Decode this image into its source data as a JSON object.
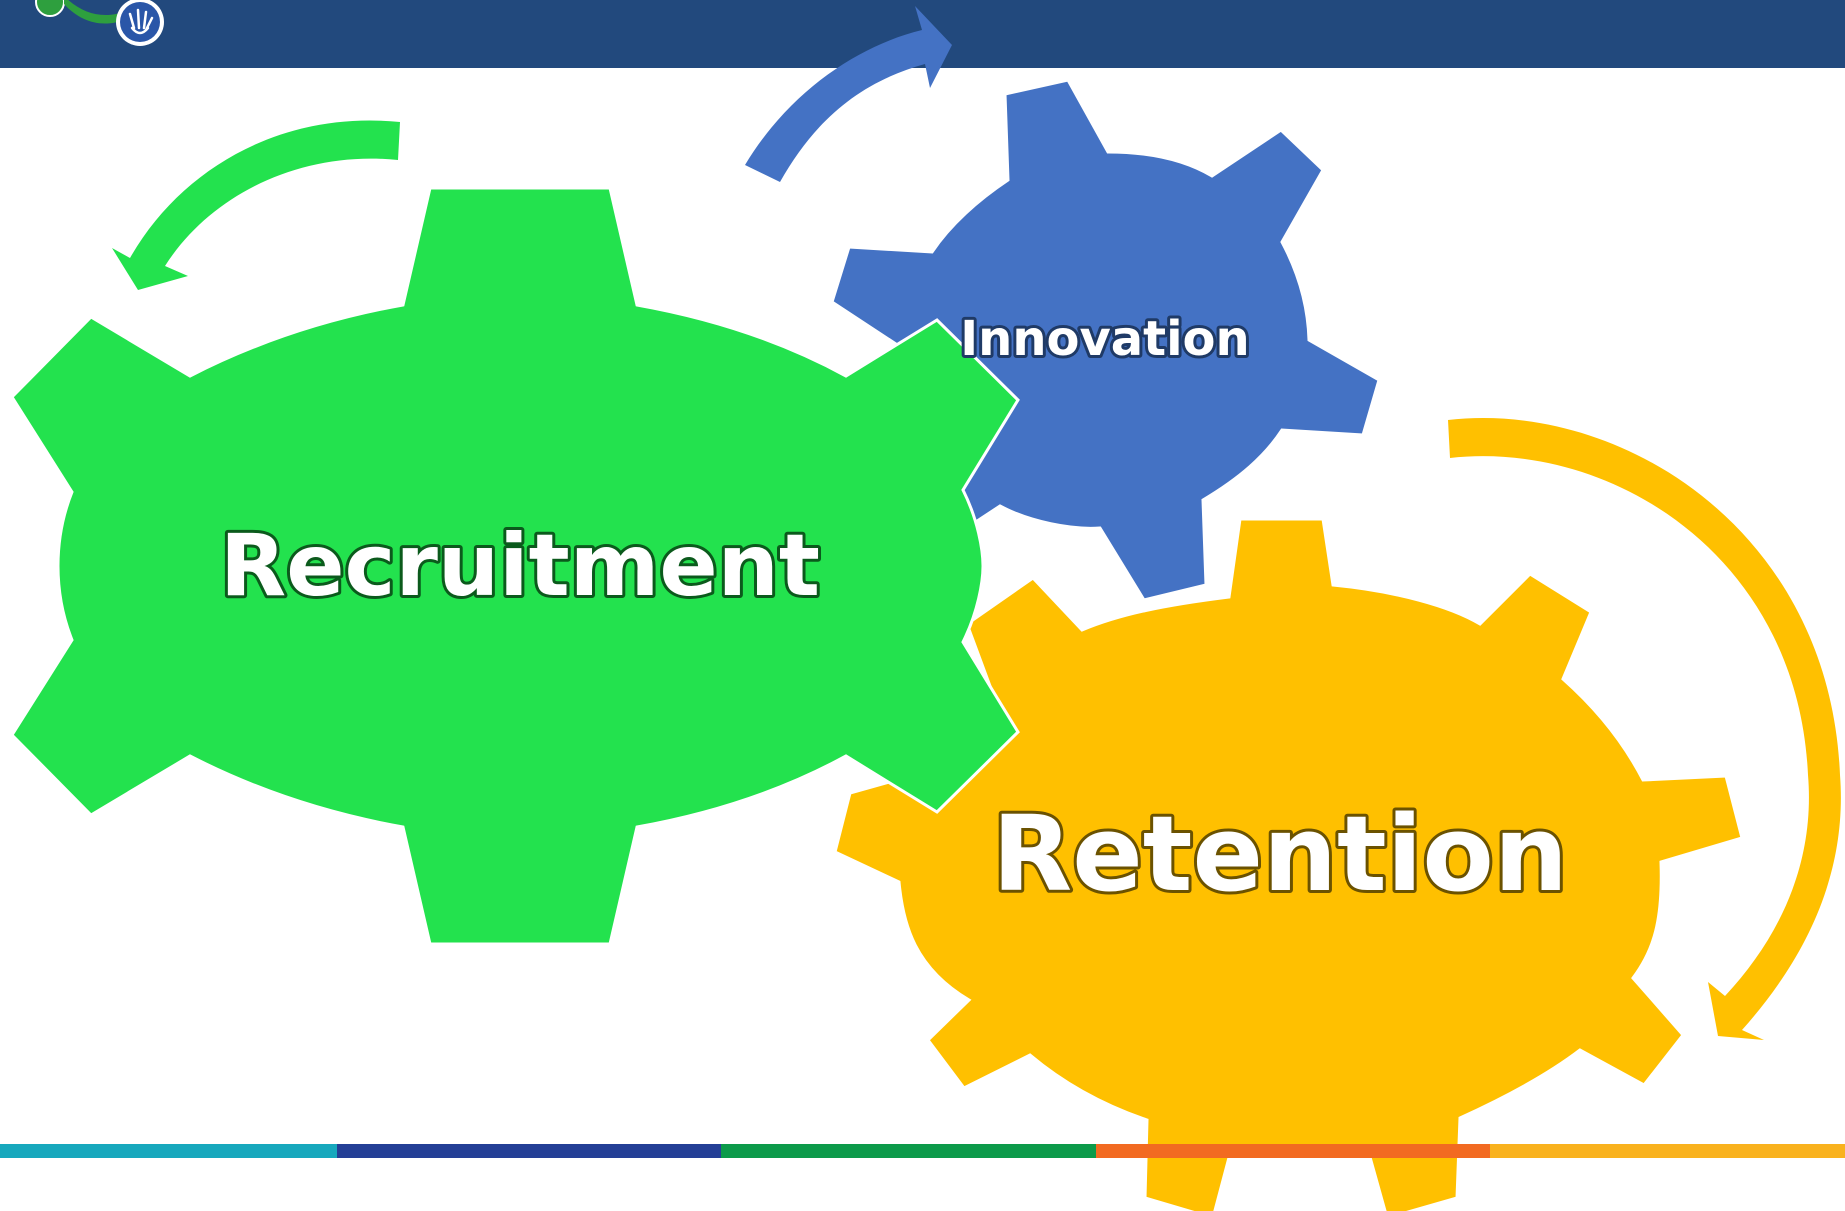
{
  "slide": {
    "colors": {
      "header": "#22497d",
      "recruitment": "#23e24e",
      "innovation": "#4472c4",
      "retention": "#ffc000",
      "label_text": "#ffffff"
    }
  },
  "logo": {
    "icon": "hands-emblem-icon"
  },
  "diagram": {
    "gears": [
      {
        "id": "recruitment",
        "label": "Recruitment",
        "color": "#23e24e"
      },
      {
        "id": "innovation",
        "label": "Innovation",
        "color": "#4472c4"
      },
      {
        "id": "retention",
        "label": "Retention",
        "color": "#ffc000"
      }
    ],
    "arrows": [
      {
        "id": "recruitment-arrow",
        "icon": "curved-arrow-icon",
        "color": "#23e24e"
      },
      {
        "id": "innovation-arrow",
        "icon": "curved-arrow-icon",
        "color": "#4472c4"
      },
      {
        "id": "retention-arrow",
        "icon": "curved-arrow-icon",
        "color": "#ffc000"
      }
    ]
  },
  "footer": {
    "stripe_colors": [
      "#17a8bd",
      "#243f96",
      "#0c9a4a",
      "#f26a21",
      "#f9b21e"
    ]
  }
}
